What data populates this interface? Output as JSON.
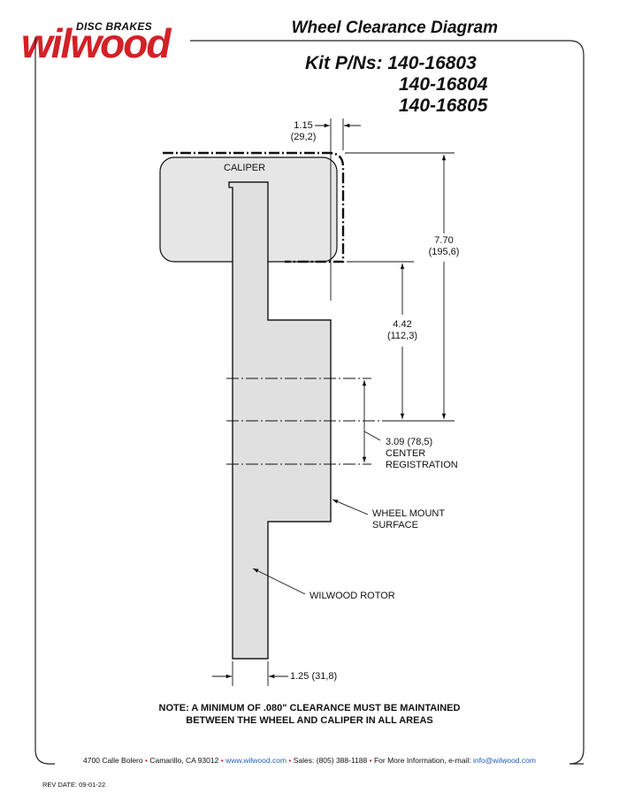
{
  "logo": {
    "brand": "wilwood",
    "tagline": "DISC BRAKES",
    "accent_color": "#d42027"
  },
  "header": {
    "title": "Wheel Clearance Diagram",
    "kit_prefix": "Kit P/Ns:",
    "part_numbers": [
      "140-16803",
      "140-16804",
      "140-16805"
    ]
  },
  "diagram": {
    "caliper_label": "CALIPER",
    "dimensions": {
      "caliper_offset": {
        "value": "1.15",
        "metric": "(29,2)"
      },
      "overall_height": {
        "value": "7.70",
        "metric": "(195,6)"
      },
      "mount_to_caliper": {
        "value": "4.42",
        "metric": "(112,3)"
      },
      "center_registration": {
        "value": "3.09 (78,5)",
        "line2": "CENTER",
        "line3": "REGISTRATION"
      },
      "rotor_width": {
        "value": "1.25 (31,8)"
      }
    },
    "callouts": {
      "wheel_mount": {
        "line1": "WHEEL MOUNT",
        "line2": "SURFACE"
      },
      "rotor": "WILWOOD ROTOR"
    }
  },
  "note": {
    "line1": "NOTE: A MINIMUM OF .080\" CLEARANCE MUST BE MAINTAINED",
    "line2": "BETWEEN THE WHEEL AND CALIPER IN ALL AREAS"
  },
  "footer": {
    "address": "4700 Calle Bolero",
    "city": "Camarillo, CA 93012",
    "website": "www.wilwood.com",
    "sales": "Sales: (805) 388-1188",
    "info_label": "For More Information, e-mail:",
    "email": "info@wilwood.com",
    "separator": "•",
    "link_color": "#1f5fbf"
  },
  "rev_date": "REV DATE:  09-01-22"
}
